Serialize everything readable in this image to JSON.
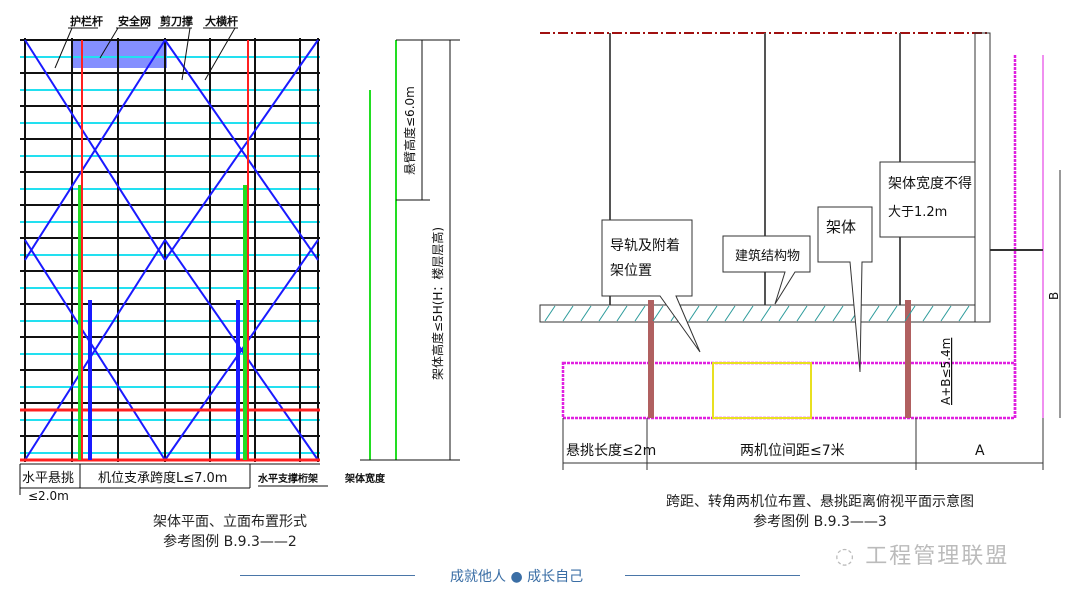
{
  "left_figure": {
    "labels": {
      "guardrail": "护栏杆",
      "safety_net": "安全网",
      "scissor_brace": "剪刀撑",
      "ledger": "大横杆"
    },
    "dims": {
      "cantilever": "水平悬挑",
      "cantilever_limit": "≤2.0m",
      "span": "机位支承跨度L≤7.0m",
      "support_truss": "水平支撑桁架",
      "frame_width": "架体宽度",
      "cantilever_height": "悬臂高度≤6.0m",
      "frame_height": "架体高度≤5H(H：楼层层高)"
    },
    "caption": "架体平面、立面布置形式",
    "reference": "参考图例 B.9.3——2"
  },
  "right_figure": {
    "callouts": {
      "guide_rail": "导轨及附着",
      "guide_rail_2": "架位置",
      "structure": "建筑结构物",
      "frame": "架体",
      "width_limit": "架体宽度不得",
      "width_limit_2": "大于1.2m"
    },
    "dims": {
      "ab_limit": "A+B≤5.4m",
      "b": "B",
      "cantilever_length": "悬挑长度≤2m",
      "spacing": "两机位间距≤7米",
      "a": "A"
    },
    "caption": "跨距、转角两机位布置、悬挑距离俯视平面示意图",
    "reference": "参考图例 B.9.3——3"
  },
  "footer": {
    "slogan": "成就他人 ● 成长自己",
    "watermark": "工程管理联盟"
  },
  "colors": {
    "frame_blue": "#1a1aff",
    "brace_cyan": "#22e0f0",
    "truss_red": "#ff2020",
    "rail_green": "#22dd22",
    "band_magenta": "#e020e0",
    "hatch_teal": "#2a9a9a",
    "footer_blue": "#3a6ea5"
  }
}
